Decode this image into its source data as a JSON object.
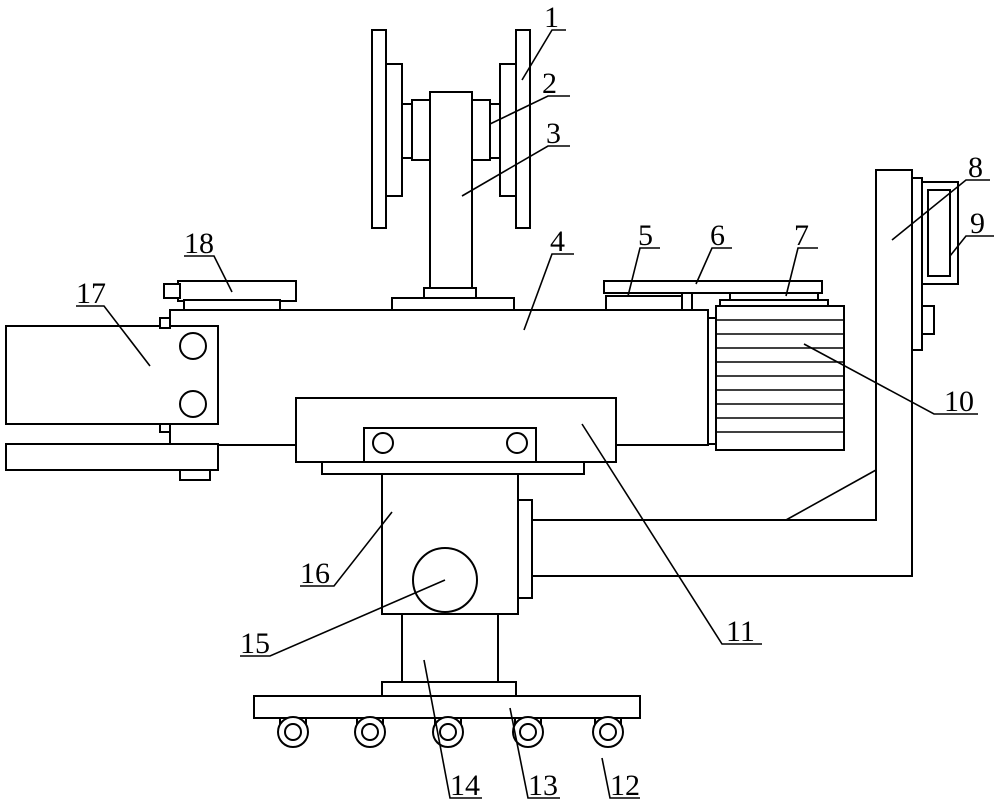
{
  "figure": {
    "type": "mechanical-drawing",
    "line_color": "#000000",
    "background": "#ffffff"
  },
  "labels": [
    "1",
    "2",
    "3",
    "4",
    "5",
    "6",
    "7",
    "8",
    "9",
    "10",
    "11",
    "12",
    "13",
    "14",
    "15",
    "16",
    "17",
    "18"
  ]
}
